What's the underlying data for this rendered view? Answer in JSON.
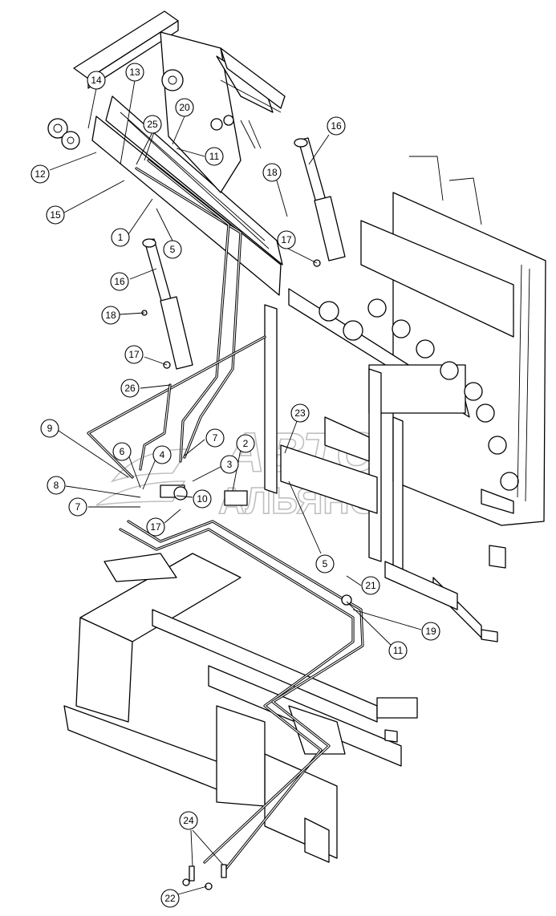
{
  "watermark": {
    "line1": "АВТО",
    "line2": "АЛЬЯНС"
  },
  "callouts": [
    "14",
    "13",
    "25",
    "20",
    "11",
    "12",
    "15",
    "1",
    "5",
    "16",
    "18",
    "17",
    "16",
    "18",
    "17",
    "26",
    "9",
    "6",
    "4",
    "7",
    "2",
    "3",
    "8",
    "7",
    "10",
    "17",
    "23",
    "5",
    "21",
    "11",
    "19",
    "24",
    "22"
  ]
}
